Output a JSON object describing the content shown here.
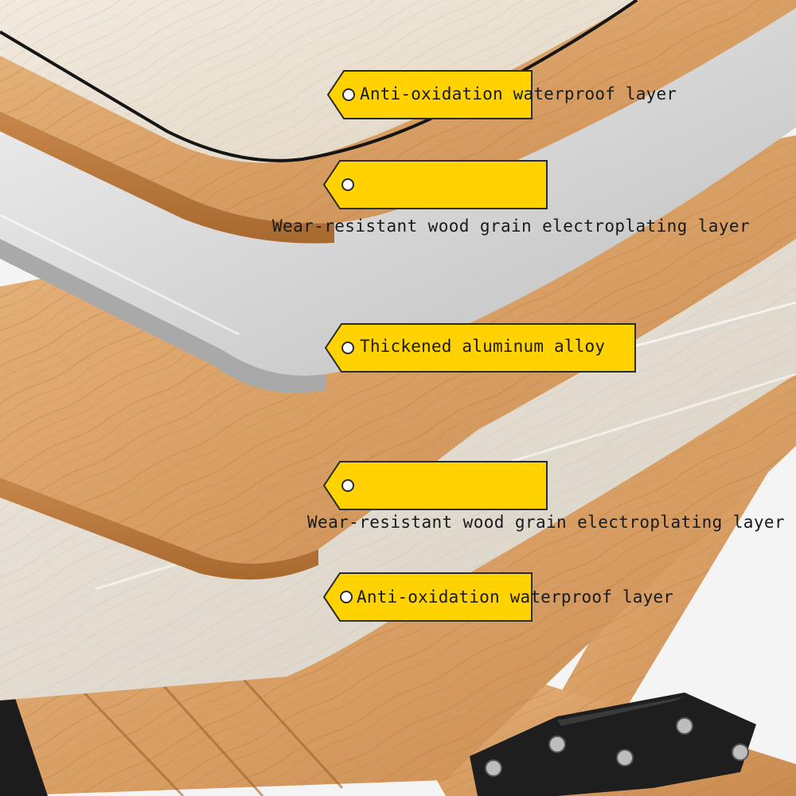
{
  "image": {
    "subject": "layered cross-section of a folding table top with wooden folding legs",
    "colors": {
      "tag_fill": "#FFD200",
      "tag_stroke": "#2a2a2a",
      "wood": "#D9A066",
      "aluminum": "#D6D6D6",
      "top_surface": "#EDE4D6"
    }
  },
  "labels": [
    {
      "text": "Anti-oxidation waterproof layer",
      "placement": "inside"
    },
    {
      "text": "Wear-resistant wood grain electroplating layer",
      "placement": "below"
    },
    {
      "text": "Thickened aluminum alloy",
      "placement": "inside"
    },
    {
      "text": "Wear-resistant wood grain electroplating layer",
      "placement": "below"
    },
    {
      "text": "Anti-oxidation waterproof layer",
      "placement": "inside"
    }
  ]
}
